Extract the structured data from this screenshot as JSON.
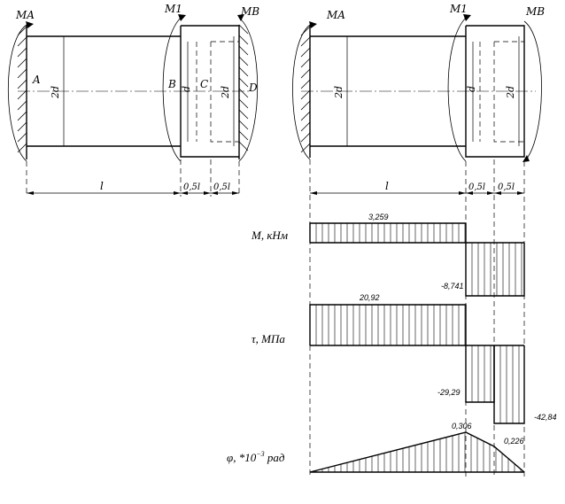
{
  "left_view": {
    "moment_labels": [
      "MA",
      "M1",
      "MB"
    ],
    "point_labels": [
      "A",
      "B",
      "C",
      "D"
    ],
    "diameter_labels": [
      "2d",
      "d",
      "2d"
    ],
    "length_labels": [
      "l",
      "0,5l",
      "0,5l"
    ]
  },
  "right_view": {
    "moment_labels": [
      "MA",
      "M1",
      "MB"
    ],
    "diameter_labels": [
      "2d",
      "d",
      "2d"
    ],
    "length_labels": [
      "l",
      "0,5l",
      "0,5l"
    ]
  },
  "diagrams": {
    "moment": {
      "label": "M,  кНм",
      "values": [
        3.259,
        -8.741
      ],
      "value_labels": [
        "3,259",
        "-8,741"
      ]
    },
    "stress": {
      "label": "τ,  МПа",
      "values": [
        20.92,
        -29.29,
        -42.84
      ],
      "value_labels": [
        "20,92",
        "-29,29",
        "-42,84"
      ]
    },
    "angle": {
      "label_prefix": "φ,  *10",
      "label_exp": "−3",
      "label_unit": " рад",
      "values": [
        0,
        0.306,
        0.226,
        0
      ],
      "value_labels": [
        "0,306",
        "0,226"
      ]
    }
  }
}
